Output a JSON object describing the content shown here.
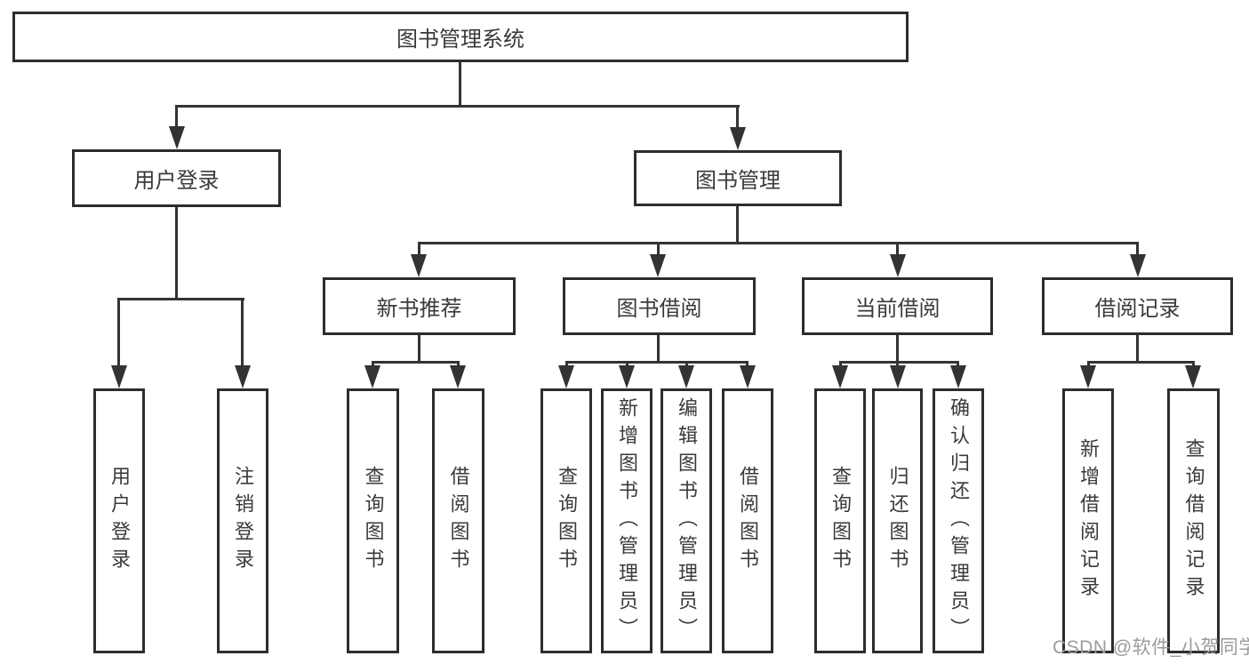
{
  "tree": {
    "root": {
      "label": "图书管理系统",
      "children": [
        {
          "label": "用户登录",
          "children": [
            {
              "label": "用户登录"
            },
            {
              "label": "注销登录"
            }
          ]
        },
        {
          "label": "图书管理",
          "children": [
            {
              "label": "新书推荐",
              "children": [
                {
                  "label": "查询图书"
                },
                {
                  "label": "借阅图书"
                }
              ]
            },
            {
              "label": "图书借阅",
              "children": [
                {
                  "label": "查询图书"
                },
                {
                  "label": "新增图书（管理员）"
                },
                {
                  "label": "编辑图书（管理员）"
                },
                {
                  "label": "借阅图书"
                }
              ]
            },
            {
              "label": "当前借阅",
              "children": [
                {
                  "label": "查询图书"
                },
                {
                  "label": "归还图书"
                },
                {
                  "label": "确认归还（管理员）"
                }
              ]
            },
            {
              "label": "借阅记录",
              "children": [
                {
                  "label": "新增借阅记录"
                },
                {
                  "label": "查询借阅记录"
                }
              ]
            }
          ]
        }
      ]
    }
  },
  "watermark": {
    "text": "CSDN @软件_小贺同学",
    "color": "#9b9b9b"
  },
  "colors": {
    "background": "#ffffff",
    "line": "#333333",
    "box_border": "#2d2d2d",
    "text": "#3a3a3a"
  }
}
